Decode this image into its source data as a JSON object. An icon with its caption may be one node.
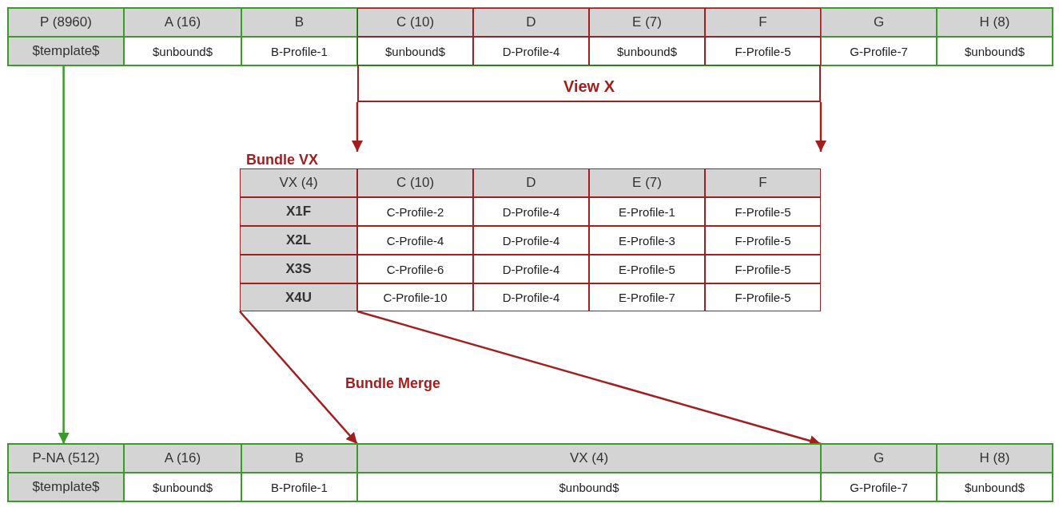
{
  "diagram": {
    "nodes": [
      {
        "text": [],
        "shape": "box"
      },
      {
        "text": [
          "P (8960)"
        ],
        "in": 0
      },
      {
        "text": [
          "A  (16)"
        ],
        "in": 0
      },
      {
        "text": [
          "B"
        ],
        "in": 0
      },
      {
        "text": [
          "C  (10)"
        ],
        "in": 0
      },
      {
        "text": [
          "D"
        ],
        "in": 0
      },
      {
        "text": [
          "E  (7)"
        ],
        "in": 0
      },
      {
        "text": [
          "F"
        ],
        "in": 0
      },
      {
        "text": [
          "G"
        ],
        "in": 0
      },
      {
        "text": [
          "H  (8)"
        ],
        "in": 0
      },
      {
        "text": [
          "$template$"
        ],
        "in": 0
      },
      {
        "text": [
          "$unbound$"
        ],
        "in": 0
      },
      {
        "text": [
          "B-Profile-1"
        ],
        "in": 0
      },
      {
        "text": [
          "$unbound$"
        ],
        "in": 0
      },
      {
        "text": [
          "D-Profile-4"
        ],
        "in": 0
      },
      {
        "text": [
          "$unbound$"
        ],
        "in": 0
      },
      {
        "text": [
          "F-Profile-5"
        ],
        "in": 0
      },
      {
        "text": [
          "G-Profile-7"
        ],
        "in": 0
      },
      {
        "text": [
          "$unbound$"
        ],
        "in": 0
      },
      {
        "text": [
          "View X"
        ]
      },
      {
        "text": [
          "Bundle VX"
        ]
      },
      {
        "text": [
          "VX  (4)"
        ],
        "in": 20
      },
      {
        "text": [
          "C  (10)"
        ],
        "in": 20
      },
      {
        "text": [
          "D"
        ],
        "in": 20
      },
      {
        "text": [
          "E  (7)"
        ],
        "in": 20
      },
      {
        "text": [
          "F"
        ],
        "in": 20
      },
      {
        "text": [
          "X1F"
        ],
        "in": 20
      },
      {
        "text": [
          "C-Profile-2"
        ],
        "in": 20
      },
      {
        "text": [
          "D-Profile-4"
        ],
        "in": 20
      },
      {
        "text": [
          "E-Profile-1"
        ],
        "in": 20
      },
      {
        "text": [
          "F-Profile-5"
        ],
        "in": 20
      },
      {
        "text": [
          "X2L"
        ],
        "in": 20
      },
      {
        "text": [
          "C-Profile-4"
        ],
        "in": 20
      },
      {
        "text": [
          "D-Profile-4"
        ],
        "in": 20
      },
      {
        "text": [
          "E-Profile-3"
        ],
        "in": 20
      },
      {
        "text": [
          "F-Profile-5"
        ],
        "in": 20
      },
      {
        "text": [
          "X3S"
        ],
        "in": 20
      },
      {
        "text": [
          "C-Profile-6"
        ],
        "in": 20
      },
      {
        "text": [
          "D-Profile-4"
        ],
        "in": 20
      },
      {
        "text": [
          "E-Profile-5"
        ],
        "in": 20
      },
      {
        "text": [
          "F-Profile-5"
        ],
        "in": 20
      },
      {
        "text": [
          "X4U"
        ],
        "in": 20
      },
      {
        "text": [
          "C-Profile-10"
        ],
        "in": 20
      },
      {
        "text": [
          "D-Profile-4"
        ],
        "in": 20
      },
      {
        "text": [
          "E-Profile-7"
        ],
        "in": 20
      },
      {
        "text": [
          "F-Profile-5"
        ],
        "in": 20
      },
      {
        "text": [],
        "shape": "box"
      },
      {
        "text": [
          "P-NA (512)"
        ],
        "in": 46
      },
      {
        "text": [
          "A  (16)"
        ],
        "in": 46
      },
      {
        "text": [
          "B"
        ],
        "in": 46
      },
      {
        "text": [
          "VX  (4)"
        ],
        "in": 46
      },
      {
        "text": [
          "G"
        ],
        "in": 46
      },
      {
        "text": [
          "H  (8)"
        ],
        "in": 46
      },
      {
        "text": [
          "$template$"
        ],
        "in": 46
      },
      {
        "text": [
          "$unbound$"
        ],
        "in": 46
      },
      {
        "text": [
          "B-Profile-1"
        ],
        "in": 46
      },
      {
        "text": [
          "$unbound$"
        ],
        "in": 46
      },
      {
        "text": [
          "G-Profile-7"
        ],
        "in": 46
      },
      {
        "text": [
          "$unbound$"
        ],
        "in": 46
      }
    ],
    "edges": [
      {
        "from": 10,
        "to": 47,
        "arrow": "to",
        "color": "#3a9a2a"
      },
      {
        "from": 19,
        "to": 20,
        "arrow": "to"
      },
      {
        "from": 19,
        "to": 20,
        "arrow": "to"
      },
      {
        "from": 20,
        "to": 50,
        "arrow": "to",
        "label": "Bundle Merge"
      },
      {
        "from": 20,
        "to": 50,
        "arrow": "to"
      }
    ]
  }
}
